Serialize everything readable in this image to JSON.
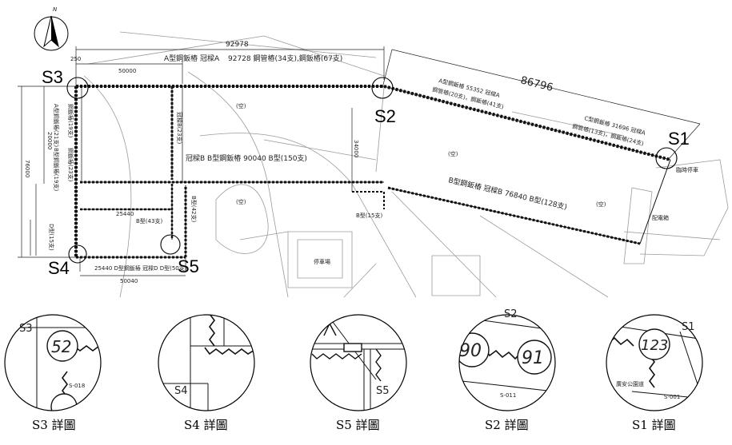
{
  "north": "N",
  "plan": {
    "dims": {
      "top": "92978",
      "top_left": "250",
      "top_sub": "50000",
      "right_top": "86796",
      "left_v": "76000",
      "left_v2": "20000",
      "mid_v": "34000",
      "bottom": "50040",
      "inner_b": "25440"
    },
    "labels": {
      "a_top": "A型鋼鈑樁 冠樑A",
      "a_top2": "92728 鋼管樁(34支),鋼鈑樁(67支)",
      "a_right1": "A型鋼鈑樁 55352 冠樑A",
      "a_right2": "鋼管樁(20支)，鋼鈑樁(41支)",
      "c_right1": "C型鋼鈑樁 31696 冠樑A",
      "c_right2": "鋼管樁(13支)，鋼鈑樁(24支)",
      "b_mid": "冠樑B B型鋼鈑樁 90040 B型(150支)",
      "b_right": "B型鋼鈑樁 冠樑B 76840 B型(128支)",
      "b_small": "B型(15支)",
      "b_inner": "B型(43支)",
      "d_bottom": "25440 D型鋼鈑樁 冠樑D D型(50支)",
      "left_a1": "A型鋼鈑樁(21支)",
      "left_a2": "鋼鈑樁(19支)",
      "left_a3": "B型鋼鈑樁(19支)",
      "left_a4": "鋼鈑樁(23支)",
      "left_d": "D型(15支)",
      "mid_v1": "冠樑B(23支)",
      "mid_v2": "B型(42支)",
      "room": "(空)",
      "park": "停車場",
      "gate": "配電箱",
      "tree": "臨時停車"
    },
    "points": [
      "S1",
      "S2",
      "S3",
      "S4",
      "S5"
    ]
  },
  "details": [
    {
      "caption": "S3 詳圖",
      "tag": "S3",
      "number": "52",
      "note": "S-018"
    },
    {
      "caption": "S4 詳圖",
      "tag": "S4"
    },
    {
      "caption": "S5 詳圖",
      "tag": "S5"
    },
    {
      "caption": "S2 詳圖",
      "tag": "S2",
      "number_a": "90",
      "number_b": "91",
      "note": "S-011"
    },
    {
      "caption": "S1 詳圖",
      "tag": "S1",
      "number": "123",
      "note": "S-001",
      "note2": "廣安公園道"
    }
  ]
}
